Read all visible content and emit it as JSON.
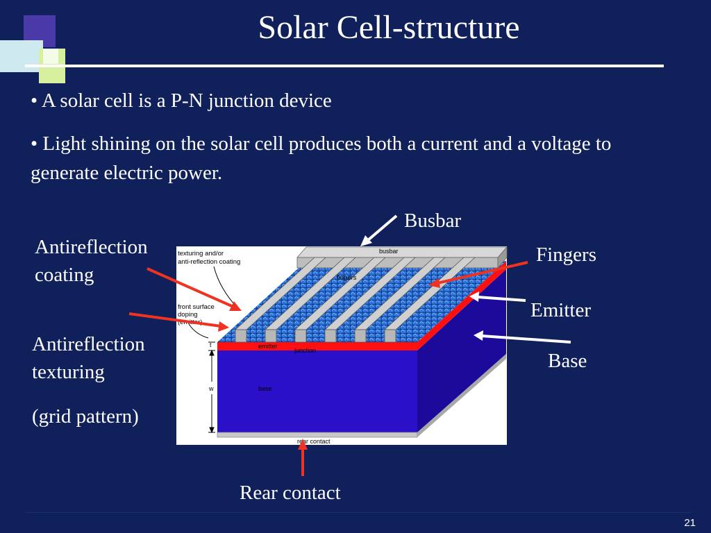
{
  "slide": {
    "title": "Solar Cell-structure",
    "bullets": [
      "A solar cell is a P-N junction device",
      "Light shining on the solar cell produces both a current and a voltage to generate electric power."
    ],
    "labels": {
      "busbar": "Busbar",
      "fingers": "Fingers",
      "emitter": "Emitter",
      "base": "Base",
      "antireflection_coating_line1": "Antireflection",
      "antireflection_coating_line2": "coating",
      "antireflection_texturing_line1": "Antireflection",
      "antireflection_texturing_line2": "texturing",
      "grid_pattern": "(grid pattern)",
      "rear_contact": "Rear contact"
    },
    "page_number": "21"
  },
  "diagram": {
    "texturing_line1": "texturing and/or",
    "texturing_line2": "anti-reflection coating",
    "front_doping_line1": "front surface",
    "front_doping_line2": "doping",
    "front_doping_line3": "(emitter)",
    "busbar": "busbar",
    "fingers": "fingers",
    "emitter": "emitter",
    "junction": "junction",
    "base": "base",
    "rear_contact": "rear contact",
    "t": "t",
    "w": "w"
  },
  "colors": {
    "background": "#10205a",
    "base": "#2a10c8",
    "emitter": "#ff1010",
    "arrow_red": "#ee3322",
    "arrow_white": "#ffffff",
    "fingers": "#c8c8c8"
  }
}
